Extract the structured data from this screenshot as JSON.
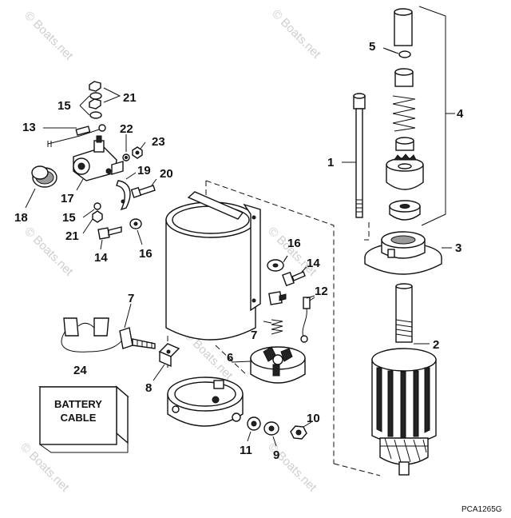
{
  "watermarks": [
    "© Boats.net",
    "© Boats.net",
    "© Boats.net",
    "© Boats.net",
    "© Boats.net",
    "© Boats.net",
    "© Boats.net"
  ],
  "callouts": {
    "c1": "1",
    "c2": "2",
    "c3": "3",
    "c4": "4",
    "c5": "5",
    "c6": "6",
    "c7a": "7",
    "c7b": "7",
    "c8": "8",
    "c9": "9",
    "c10": "10",
    "c11": "11",
    "c12": "12",
    "c13": "13",
    "c14a": "14",
    "c14b": "14",
    "c15a": "15",
    "c15b": "15",
    "c16a": "16",
    "c16b": "16",
    "c17": "17",
    "c18": "18",
    "c19": "19",
    "c20": "20",
    "c21a": "21",
    "c21b": "21",
    "c22": "22",
    "c23": "23",
    "c24": "24"
  },
  "battery_label": {
    "line1": "BATTERY",
    "line2": "CABLE"
  },
  "reference_code": "PCA1265G"
}
